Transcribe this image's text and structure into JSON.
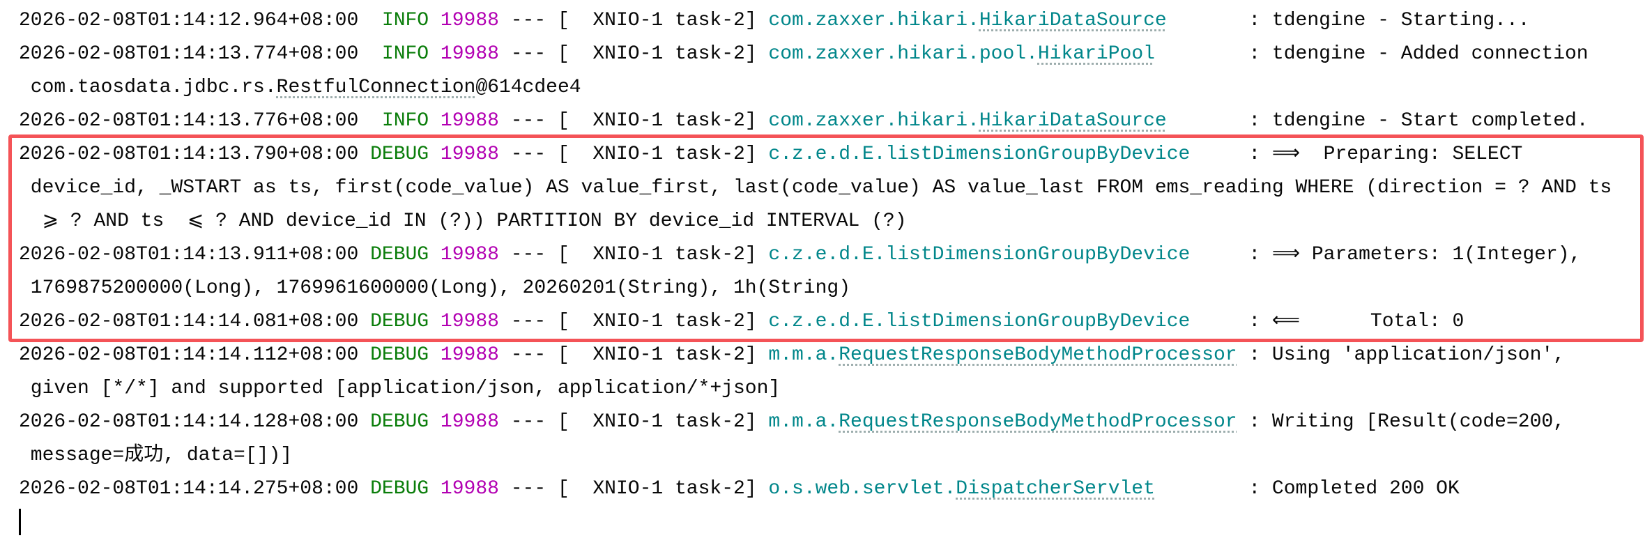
{
  "colors": {
    "level": "#0a7d0a",
    "pid": "#b200b2",
    "logger": "#00868a",
    "highlight": "#f45357"
  },
  "lines": [
    {
      "ts": "2026-02-08T01:14:12.964+08:00",
      "level": " INFO",
      "pid": "19988",
      "thread": "--- [  XNIO-1 task-2]",
      "pkg": "com.zaxxer.hikari.",
      "cls": "HikariDataSource",
      "msg": ": tdengine - Starting...",
      "cont": []
    },
    {
      "ts": "2026-02-08T01:14:13.774+08:00",
      "level": " INFO",
      "pid": "19988",
      "thread": "--- [  XNIO-1 task-2]",
      "pkg": "com.zaxxer.hikari.pool.",
      "cls": "HikariPool",
      "msg": ": tdengine - Added connection",
      "cont": [
        {
          "pre": " com.taosdata.jdbc.rs.",
          "u": "RestfulConnection",
          "post": "@614cdee4"
        }
      ]
    },
    {
      "ts": "2026-02-08T01:14:13.776+08:00",
      "level": " INFO",
      "pid": "19988",
      "thread": "--- [  XNIO-1 task-2]",
      "pkg": "com.zaxxer.hikari.",
      "cls": "HikariDataSource",
      "msg": ": tdengine - Start completed.",
      "cont": []
    },
    {
      "ts": "2026-02-08T01:14:13.790+08:00",
      "level": "DEBUG",
      "pid": "19988",
      "thread": "--- [  XNIO-1 task-2]",
      "pkg": "c.z.e.d.E.listDimensionGroupByDevice",
      "cls": "",
      "msg": ": ⟹  Preparing: SELECT",
      "cont": [
        {
          "pre": " device_id, _WSTART as ts, first(code_value) AS value_first, last(code_value) AS value_last FROM ems_reading WHERE (direction = ? AND ts",
          "u": "",
          "post": ""
        },
        {
          "pre": "  ⩾ ? AND ts  ⩽ ? AND device_id IN (?)) PARTITION BY device_id INTERVAL (?)",
          "u": "",
          "post": ""
        }
      ]
    },
    {
      "ts": "2026-02-08T01:14:13.911+08:00",
      "level": "DEBUG",
      "pid": "19988",
      "thread": "--- [  XNIO-1 task-2]",
      "pkg": "c.z.e.d.E.listDimensionGroupByDevice",
      "cls": "",
      "msg": ": ⟹ Parameters: 1(Integer),",
      "cont": [
        {
          "pre": " 1769875200000(Long), 1769961600000(Long), 20260201(String), 1h(String)",
          "u": "",
          "post": ""
        }
      ]
    },
    {
      "ts": "2026-02-08T01:14:14.081+08:00",
      "level": "DEBUG",
      "pid": "19988",
      "thread": "--- [  XNIO-1 task-2]",
      "pkg": "c.z.e.d.E.listDimensionGroupByDevice",
      "cls": "",
      "msg": ": ⟸      Total: 0",
      "cont": []
    },
    {
      "ts": "2026-02-08T01:14:14.112+08:00",
      "level": "DEBUG",
      "pid": "19988",
      "thread": "--- [  XNIO-1 task-2]",
      "pkg": "m.m.a.",
      "cls": "RequestResponseBodyMethodProcessor",
      "msg": ": Using 'application/json',",
      "cont": [
        {
          "pre": " given [*/*] and supported [application/json, application/*+json]",
          "u": "",
          "post": ""
        }
      ]
    },
    {
      "ts": "2026-02-08T01:14:14.128+08:00",
      "level": "DEBUG",
      "pid": "19988",
      "thread": "--- [  XNIO-1 task-2]",
      "pkg": "m.m.a.",
      "cls": "RequestResponseBodyMethodProcessor",
      "msg": ": Writing [Result(code=200,",
      "cont": [
        {
          "pre": " message=成功, data=[])]",
          "u": "",
          "post": ""
        }
      ]
    },
    {
      "ts": "2026-02-08T01:14:14.275+08:00",
      "level": "DEBUG",
      "pid": "19988",
      "thread": "--- [  XNIO-1 task-2]",
      "pkg": "o.s.web.servlet.",
      "cls": "DispatcherServlet",
      "msg": ": Completed 200 OK",
      "cont": []
    }
  ]
}
